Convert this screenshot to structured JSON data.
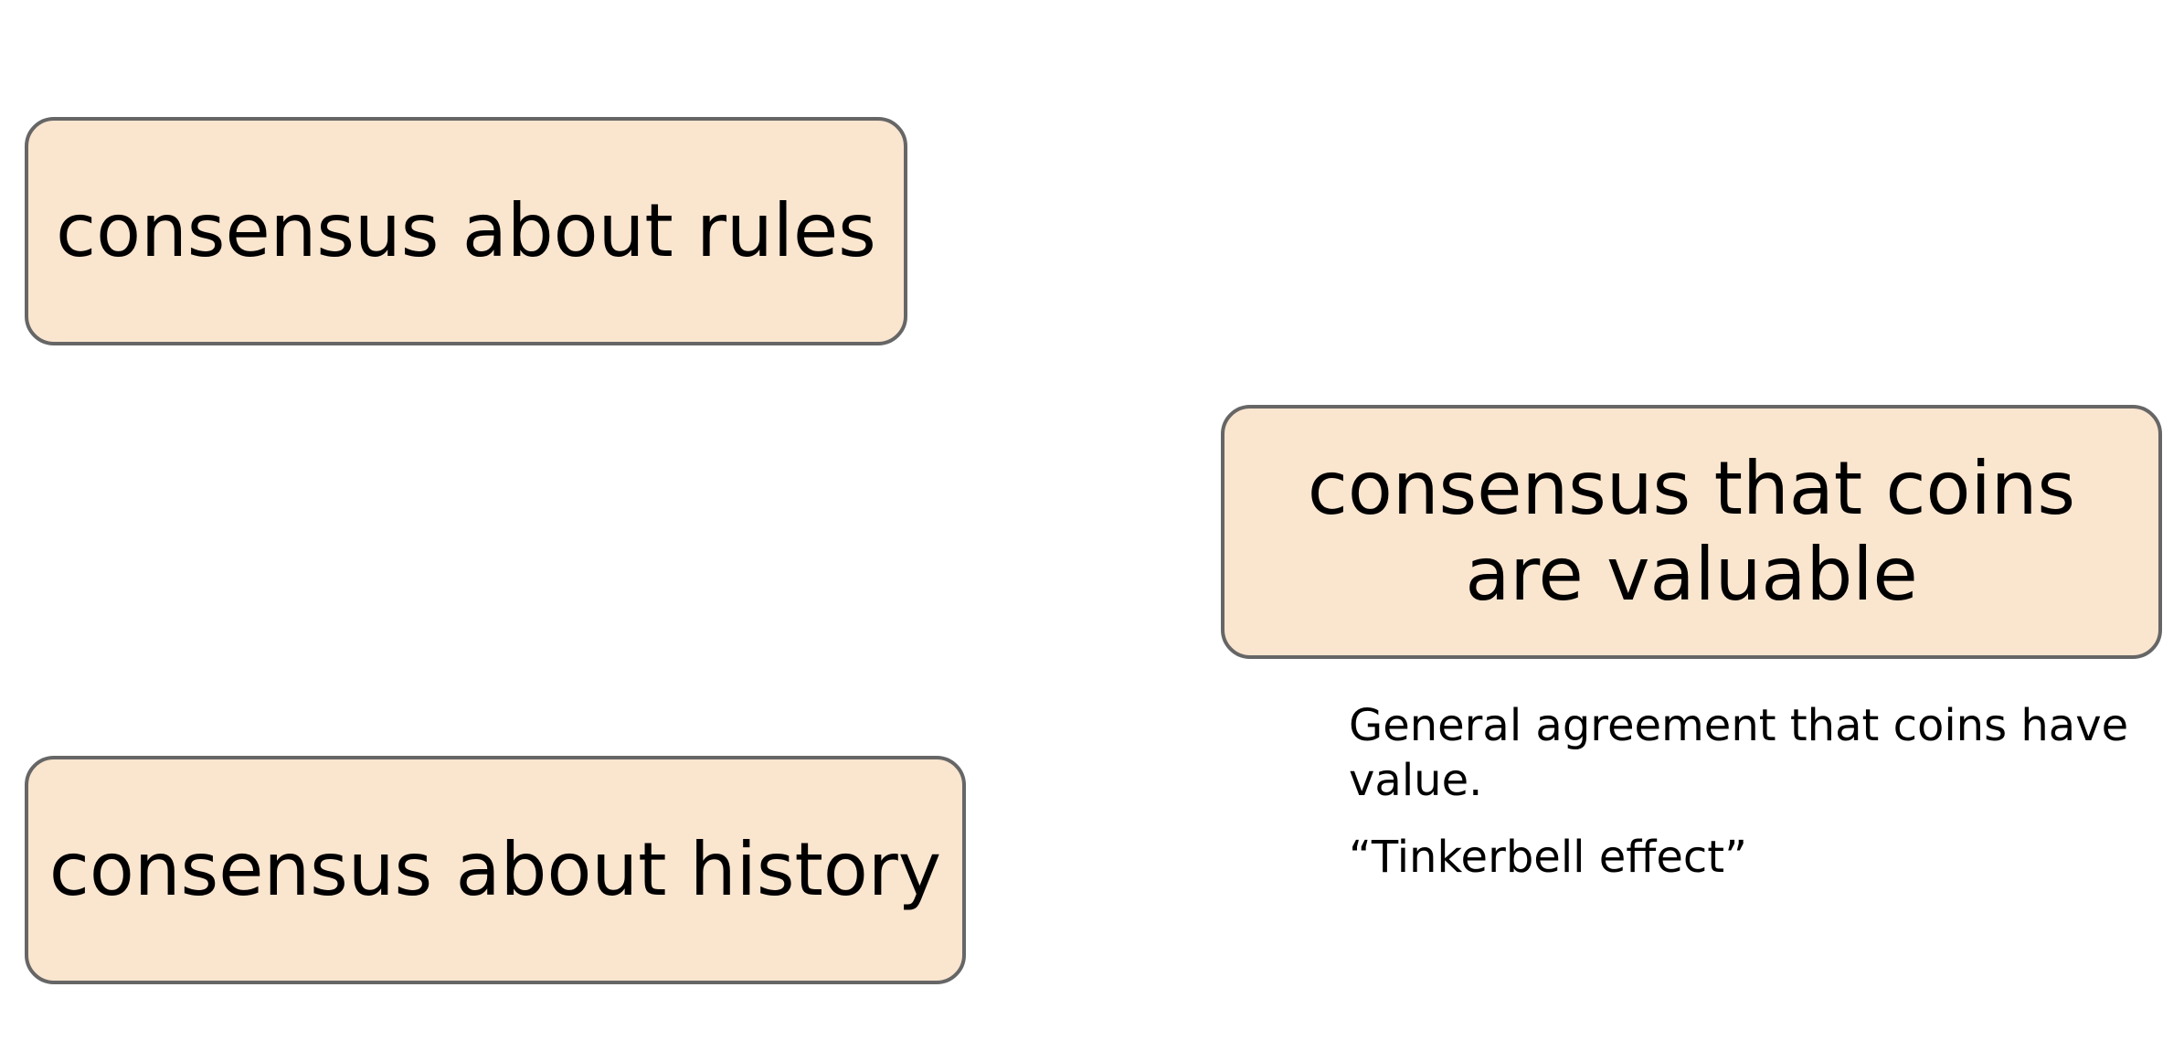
{
  "boxes": {
    "rules": "consensus about rules",
    "value": "consensus that coins are valuable",
    "history": "consensus about history"
  },
  "notes": {
    "definition": "General agreement that coins have value.",
    "effect": "“Tinkerbell effect”"
  },
  "colors": {
    "box_fill": "#fae5cf",
    "box_border": "#666666",
    "background": "#ffffff",
    "text": "#000000"
  }
}
